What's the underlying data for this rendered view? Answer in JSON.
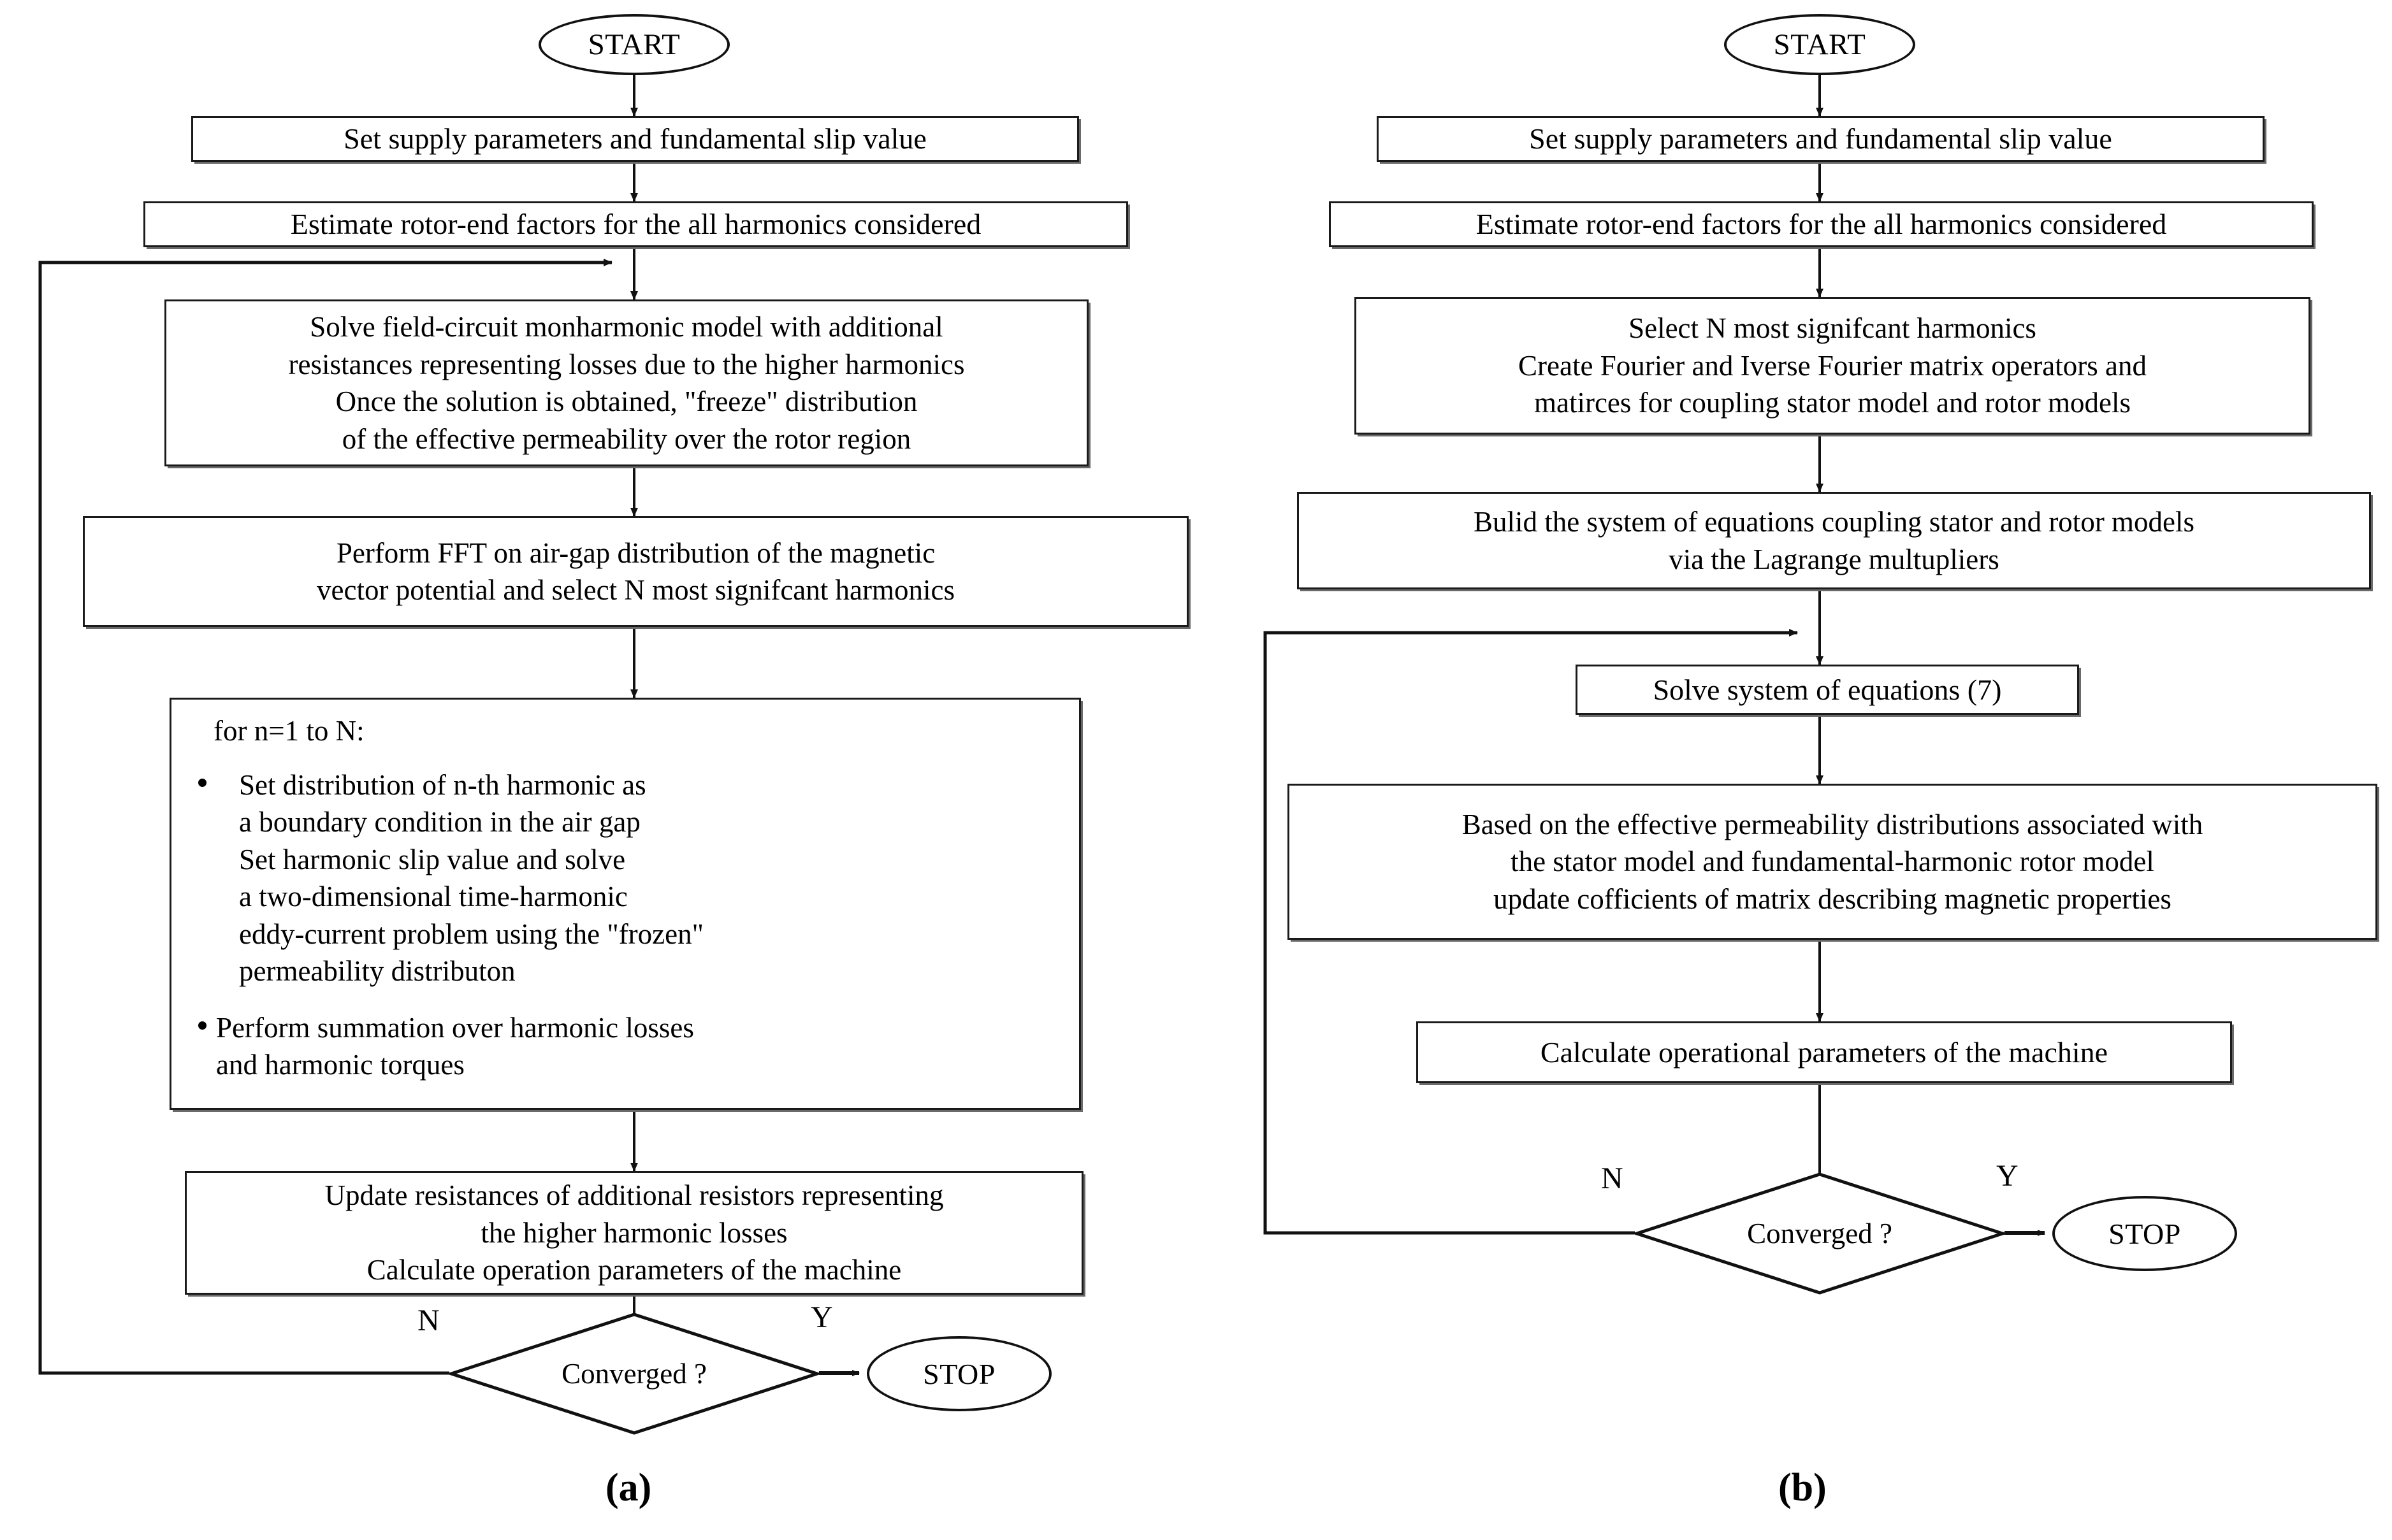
{
  "figure": {
    "panel_a_label": "(a)",
    "panel_b_label": "(b)"
  },
  "panel_a": {
    "start": "START",
    "stop": "STOP",
    "n_label": "N",
    "y_label": "Y",
    "nodes": {
      "set_supply": "Set supply parameters and fundamental slip value",
      "estimate_rotor": "Estimate rotor-end factors for the all harmonics considered",
      "solve_field_circuit": "Solve field-circuit monharmonic model with additional\nresistances representing losses due to the higher harmonics\nOnce the solution is obtained, \"freeze\" distribution\nof the effective permeability over the rotor region",
      "perform_fft": "Perform FFT on air-gap distribution of the magnetic\nvector potential and select N most signifcant harmonics",
      "loop_header": "for n=1 to  N:",
      "bullet_1": "Set distribution of n-th harmonic as\na boundary condition in the air gap\nSet harmonic slip value and solve\na two-dimensional time-harmonic\neddy-current problem using the \"frozen\"\npermeability distributon",
      "bullet_2": "Perform summation over harmonic losses\nand harmonic torques",
      "update_resistances": "Update resistances of additional resistors representing\nthe higher harmonic losses\nCalculate operation parameters of the machine",
      "decision": "Converged ?"
    }
  },
  "panel_b": {
    "start": "START",
    "stop": "STOP",
    "n_label": "N",
    "y_label": "Y",
    "nodes": {
      "set_supply": "Set supply parameters and fundamental slip value",
      "estimate_rotor": "Estimate rotor-end factors for the all harmonics considered",
      "select_harmonics": "Select N most signifcant harmonics\nCreate Fourier and Iverse Fourier matrix operators and\nmatirces for coupling stator model and rotor models",
      "build_system": "Bulid the system of equations coupling stator and rotor models\nvia the Lagrange multupliers",
      "solve_system": "Solve system of equations (7)",
      "based_on": "Based on the effective permeability distributions associated with\nthe stator model and fundamental-harmonic rotor model\nupdate cofficients of matrix describing magnetic properties",
      "calculate_params": "Calculate operational parameters of the machine",
      "decision": "Converged ?"
    }
  },
  "colors": {
    "ink": "#000000",
    "box_border": "#1a1a1a",
    "shadow": "#6a6a6a",
    "background": "#ffffff"
  }
}
